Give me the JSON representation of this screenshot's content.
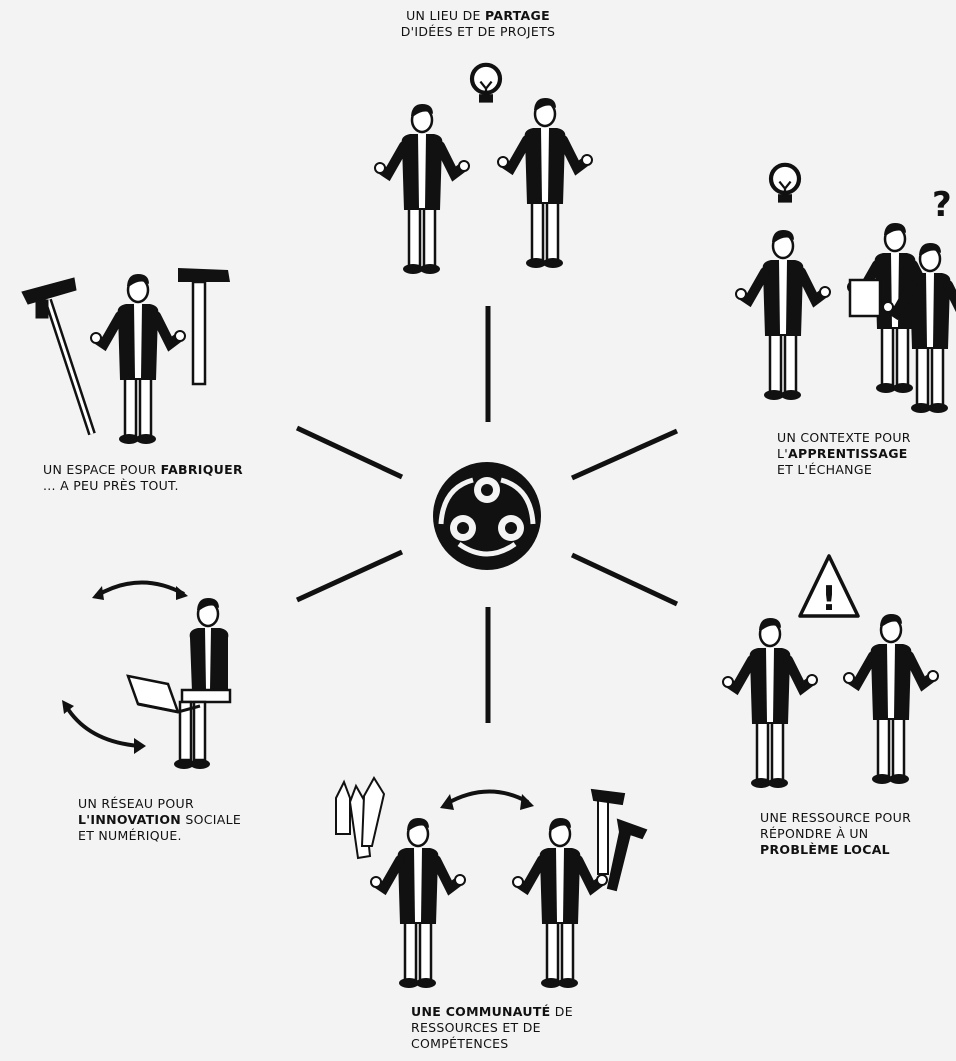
{
  "captions": {
    "top": {
      "pre": "UN LIEU DE ",
      "bold": "PARTAGE",
      "line2": "D'IDÉES ET DE PROJETS"
    },
    "right_top": {
      "line1": "UN CONTEXTE POUR",
      "pre": "L'",
      "bold": "APPRENTISSAGE",
      "line3": "ET L'ÉCHANGE"
    },
    "left_top": {
      "pre": "UN ESPACE POUR ",
      "bold": "FABRIQUER",
      "line2": "... A PEU PRÈS TOUT."
    },
    "left_bottom": {
      "line1": "UN RÉSEAU POUR",
      "bold": "L'INNOVATION",
      "post": " SOCIALE",
      "line3": "ET NUMÉRIQUE."
    },
    "right_bottom": {
      "line1": "UNE RESSOURCE POUR",
      "line2": "RÉPONDRE À UN",
      "bold": "PROBLÈME LOCAL"
    },
    "bottom": {
      "bold": "UNE COMMUNAUTÉ",
      "post": " DE",
      "line2": "RESSOURCES ET DE",
      "line3": "COMPÉTENCES"
    }
  },
  "icons": {
    "lightbulb_top": "lightbulb-icon",
    "lightbulb_right": "lightbulb-icon",
    "question": "?",
    "warning": "!",
    "logo": "fablab-logo"
  },
  "colors": {
    "background": "#f3f3f3",
    "ink": "#111111",
    "shirt": "#ffffff"
  }
}
